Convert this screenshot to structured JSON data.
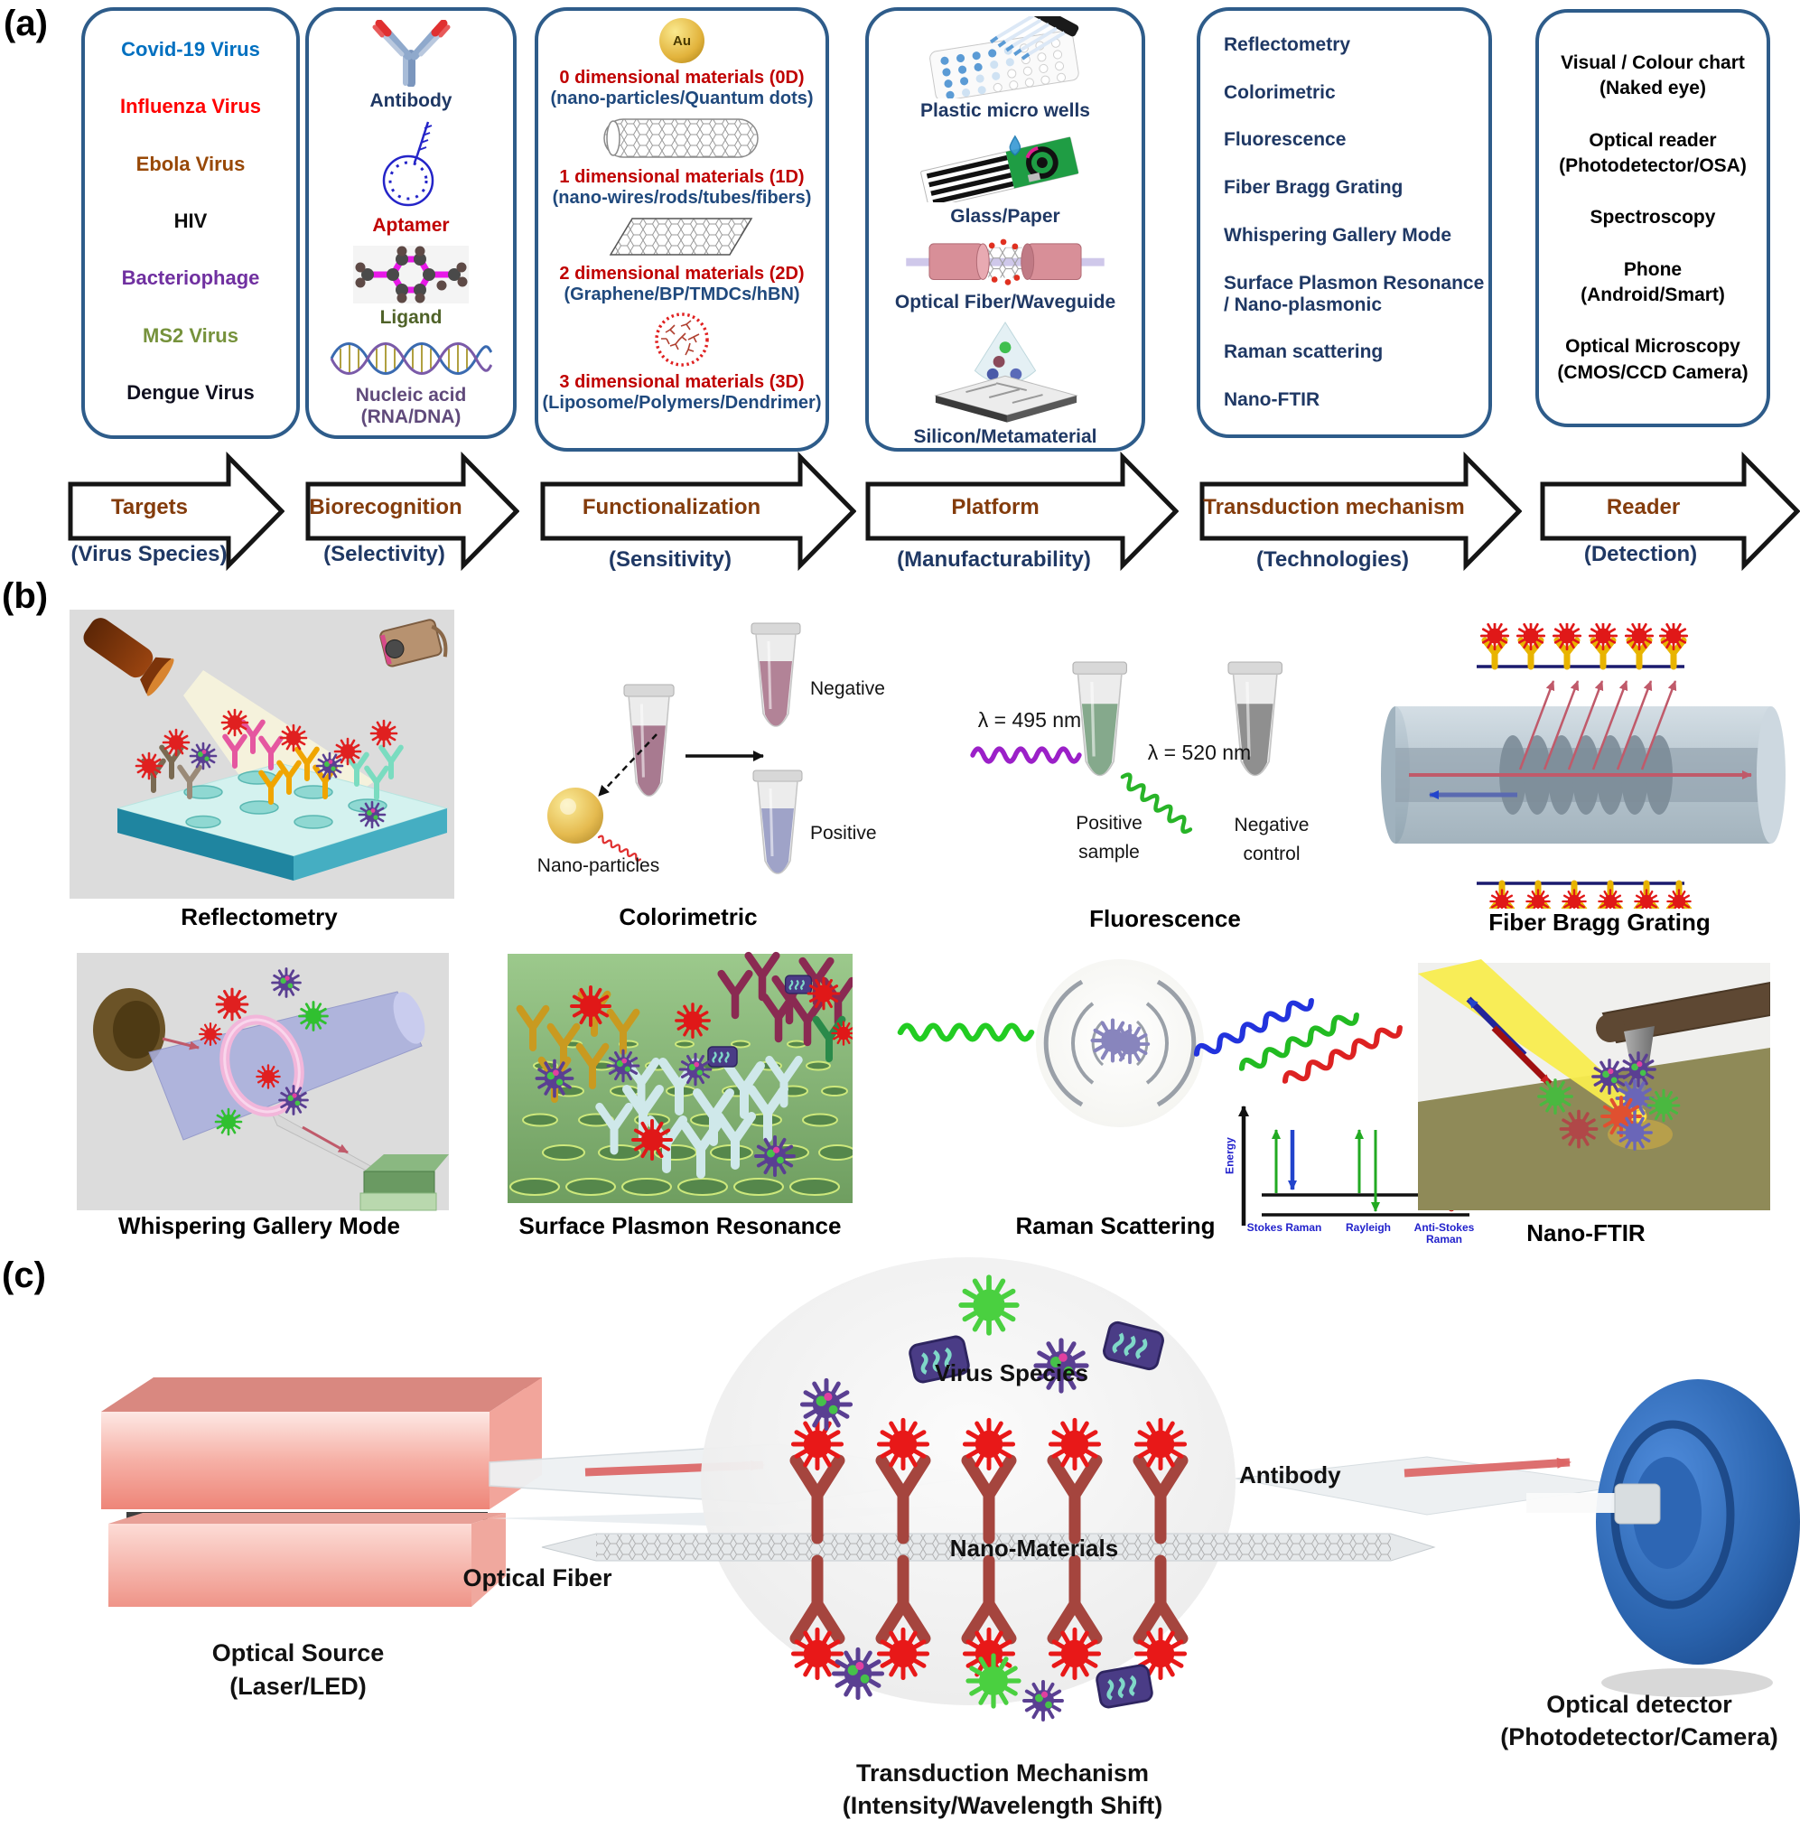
{
  "colors": {
    "box_border": "#2E5C8A",
    "navy_text": "#1F3864",
    "red_heading": "#C00000",
    "arrow_label_brown": "#843C0C",
    "gold_nanoparticle": "#E0A83C",
    "detector_blue": "#2d66b4"
  },
  "panel_a": {
    "label": "(a)",
    "targets_box": {
      "items": [
        {
          "text": "Covid-19 Virus",
          "color": "#0070C0"
        },
        {
          "text": "Influenza Virus",
          "color": "#FF0000"
        },
        {
          "text": "Ebola Virus",
          "color": "#984806"
        },
        {
          "text": "HIV",
          "color": "#0D0D0D"
        },
        {
          "text": "Bacteriophage",
          "color": "#7030A0"
        },
        {
          "text": "MS2 Virus",
          "color": "#76923C"
        },
        {
          "text": "Dengue Virus",
          "color": "#101020"
        }
      ]
    },
    "biorecognition_box": {
      "antibody": {
        "label": "Antibody",
        "color": "#1F3864"
      },
      "aptamer": {
        "label": "Aptamer",
        "color": "#C00000"
      },
      "ligand": {
        "label": "Ligand",
        "color": "#4F6228"
      },
      "nucleic": {
        "label": "Nucleic acid",
        "sub": "(RNA/DNA)",
        "color": "#604A7B"
      }
    },
    "functionalization_box": {
      "au_label": "Au",
      "title_color": "#C00000",
      "subtitle_color": "#1F497D",
      "items": [
        {
          "title": "0 dimensional materials (0D)",
          "subtitle": "(nano-particles/Quantum dots)"
        },
        {
          "title": "1 dimensional materials (1D)",
          "subtitle": "(nano-wires/rods/tubes/fibers)"
        },
        {
          "title": "2 dimensional materials (2D)",
          "subtitle": "(Graphene/BP/TMDCs/hBN)"
        },
        {
          "title": "3 dimensional materials (3D)",
          "subtitle": "(Liposome/Polymers/Dendrimer)"
        }
      ]
    },
    "platform_box": {
      "items": [
        "Plastic micro wells",
        "Glass/Paper",
        "Optical Fiber/Waveguide",
        "Silicon/Metamaterial"
      ]
    },
    "transduction_box": {
      "items": [
        "Reflectometry",
        "Colorimetric",
        "Fluorescence",
        "Fiber Bragg Grating",
        "Whispering Gallery Mode",
        "Surface Plasmon Resonance / Nano-plasmonic",
        "Raman scattering",
        "Nano-FTIR"
      ]
    },
    "reader_box": {
      "items": [
        {
          "line1": "Visual / Colour chart",
          "line2": "(Naked eye)"
        },
        {
          "line1": "Optical reader",
          "line2": "(Photodetector/OSA)"
        },
        {
          "line1": "Spectroscopy",
          "line2": ""
        },
        {
          "line1": "Phone",
          "line2": "(Android/Smart)"
        },
        {
          "line1": "Optical Microscopy",
          "line2": "(CMOS/CCD Camera)"
        }
      ]
    },
    "arrows": [
      {
        "label": "Targets",
        "sub": "(Virus Species)"
      },
      {
        "label": "Biorecognition",
        "sub": "(Selectivity)"
      },
      {
        "label": "Functionalization",
        "sub": "(Sensitivity)"
      },
      {
        "label": "Platform",
        "sub": "(Manufacturability)"
      },
      {
        "label": "Transduction mechanism",
        "sub": "(Technologies)"
      },
      {
        "label": "Reader",
        "sub": "(Detection)"
      }
    ]
  },
  "panel_b": {
    "label": "(b)",
    "reflectometry": {
      "caption": "Reflectometry"
    },
    "colorimetric": {
      "caption": "Colorimetric",
      "nano_particles": "Nano-particles",
      "negative": "Negative",
      "positive": "Positive"
    },
    "fluorescence": {
      "caption": "Fluorescence",
      "lambda_in": "λ = 495 nm",
      "lambda_out": "λ = 520 nm",
      "positive": "Positive sample",
      "negative": "Negative control"
    },
    "fbg": {
      "caption": "Fiber Bragg Grating"
    },
    "wgm": {
      "caption": "Whispering Gallery Mode"
    },
    "spr": {
      "caption": "Surface Plasmon Resonance"
    },
    "raman": {
      "caption": "Raman Scattering",
      "energy": "Energy",
      "stokes": "Stokes Raman",
      "rayleigh": "Rayleigh",
      "anti_stokes": "Anti-Stokes Raman"
    },
    "nano_ftir": {
      "caption": "Nano-FTIR"
    }
  },
  "panel_c": {
    "label": "(c)",
    "optical_source": "Optical Source",
    "optical_source_sub": "(Laser/LED)",
    "optical_fiber": "Optical Fiber",
    "virus_species": "Virus Species",
    "nano_materials": "Nano-Materials",
    "antibody": "Antibody",
    "optical_detector": "Optical detector",
    "optical_detector_sub": "(Photodetector/Camera)",
    "mechanism": "Transduction Mechanism",
    "mechanism_sub": "(Intensity/Wavelength Shift)"
  }
}
